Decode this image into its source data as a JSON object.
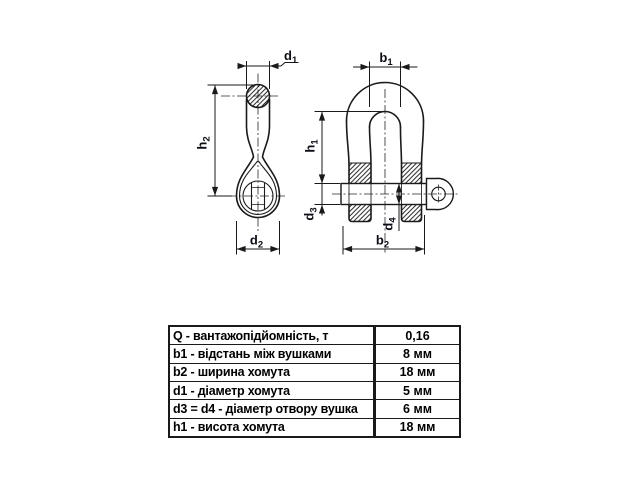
{
  "page": {
    "background": "#ffffff"
  },
  "drawing": {
    "line_color": "#1a1a1a",
    "labels": {
      "d1": {
        "main": "d",
        "sub": "1"
      },
      "h2": {
        "main": "h",
        "sub": "2"
      },
      "d2": {
        "main": "d",
        "sub": "2"
      },
      "b1": {
        "main": "b",
        "sub": "1"
      },
      "h1": {
        "main": "h",
        "sub": "1"
      },
      "d3": {
        "main": "d",
        "sub": "3"
      },
      "d4": {
        "main": "d",
        "sub": "4"
      },
      "b2": {
        "main": "b",
        "sub": "2"
      }
    }
  },
  "table": {
    "border_color": "#1a1a1a",
    "rows": [
      {
        "label": "Q - вантажопідйомність, т",
        "value": "0,16"
      },
      {
        "label": "b1 - відстань між вушками",
        "value": "8 мм"
      },
      {
        "label": "b2 - ширина хомута",
        "value": "18 мм"
      },
      {
        "label": "d1 - діаметр хомута",
        "value": "5 мм"
      },
      {
        "label": "d3 = d4 - діаметр отвору вушка",
        "value": "6 мм"
      },
      {
        "label": "h1 - висота хомута",
        "value": "18 мм"
      }
    ]
  }
}
